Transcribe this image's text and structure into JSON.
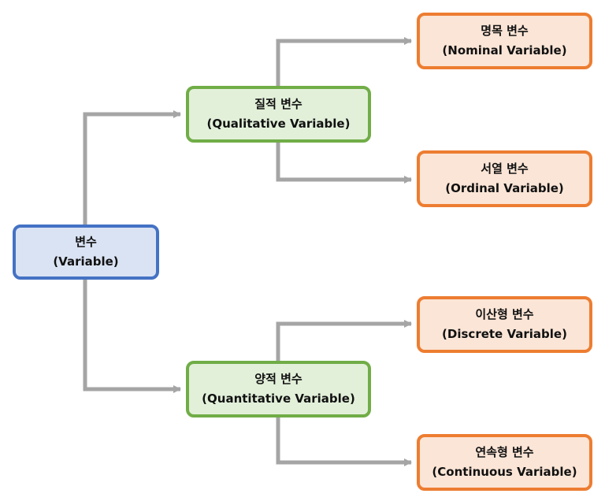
{
  "colors": {
    "connector": "#A5A5A5",
    "root_border": "#4472C4",
    "root_fill": "#DAE3F3",
    "mid_border": "#70AD47",
    "mid_fill": "#E2F0D9",
    "leaf_border": "#ED7D31",
    "leaf_fill": "#FBE5D6"
  },
  "root": {
    "line1": "변수",
    "line2": "(Variable)"
  },
  "qualitative": {
    "line1": "질적 변수",
    "line2": "(Qualitative Variable)"
  },
  "quantitative": {
    "line1": "양적 변수",
    "line2": "(Quantitative Variable)"
  },
  "nominal": {
    "line1": "명목 변수",
    "line2": "(Nominal Variable)"
  },
  "ordinal": {
    "line1": "서열 변수",
    "line2": "(Ordinal Variable)"
  },
  "discrete": {
    "line1": "이산형 변수",
    "line2": "(Discrete  Variable)"
  },
  "continuous": {
    "line1": "연속형 변수",
    "line2": "(Continuous Variable)"
  }
}
